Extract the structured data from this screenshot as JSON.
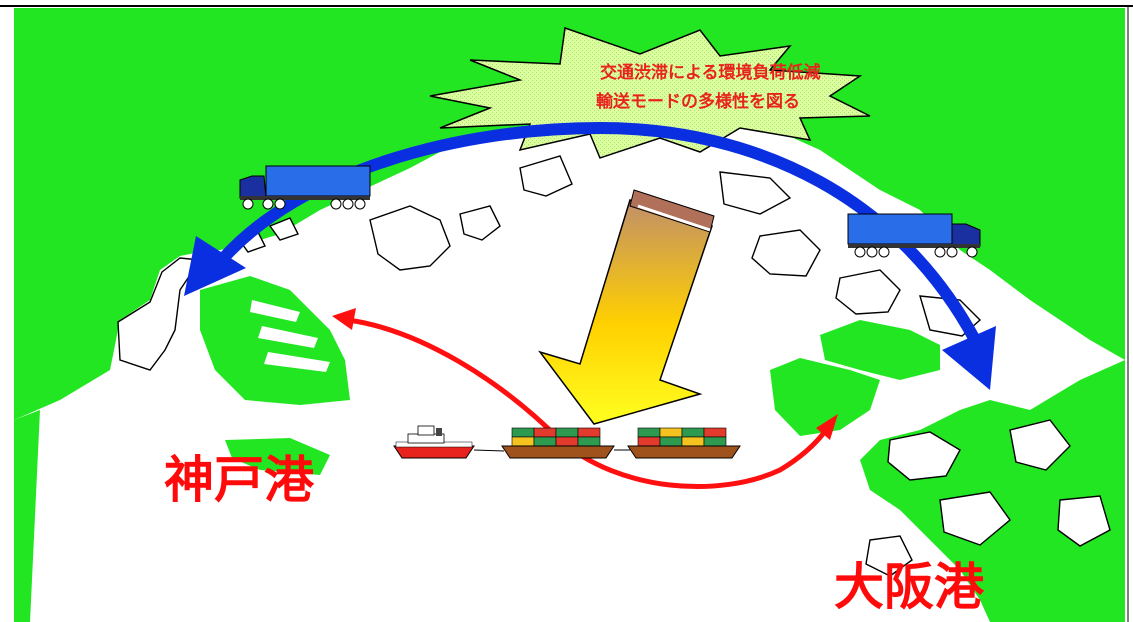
{
  "map": {
    "colors": {
      "land": "#22e622",
      "water": "#ffffff",
      "blue_arrow": "#0a2fe0",
      "red_arrow": "#ff1010",
      "burst_fill": "#d9ff9a",
      "burst_text": "#e8231d",
      "port_label": "#ff0a0a"
    },
    "burst": {
      "line1": "交通渋滞による環境負荷低減",
      "line2": "輸送モードの多様性を図る"
    },
    "ports": {
      "kobe": "神戸港",
      "osaka": "大阪港"
    },
    "icons": [
      "truck-icon",
      "ship-icon",
      "container-barge-icon",
      "shift-arrow-icon",
      "burst-icon"
    ]
  }
}
